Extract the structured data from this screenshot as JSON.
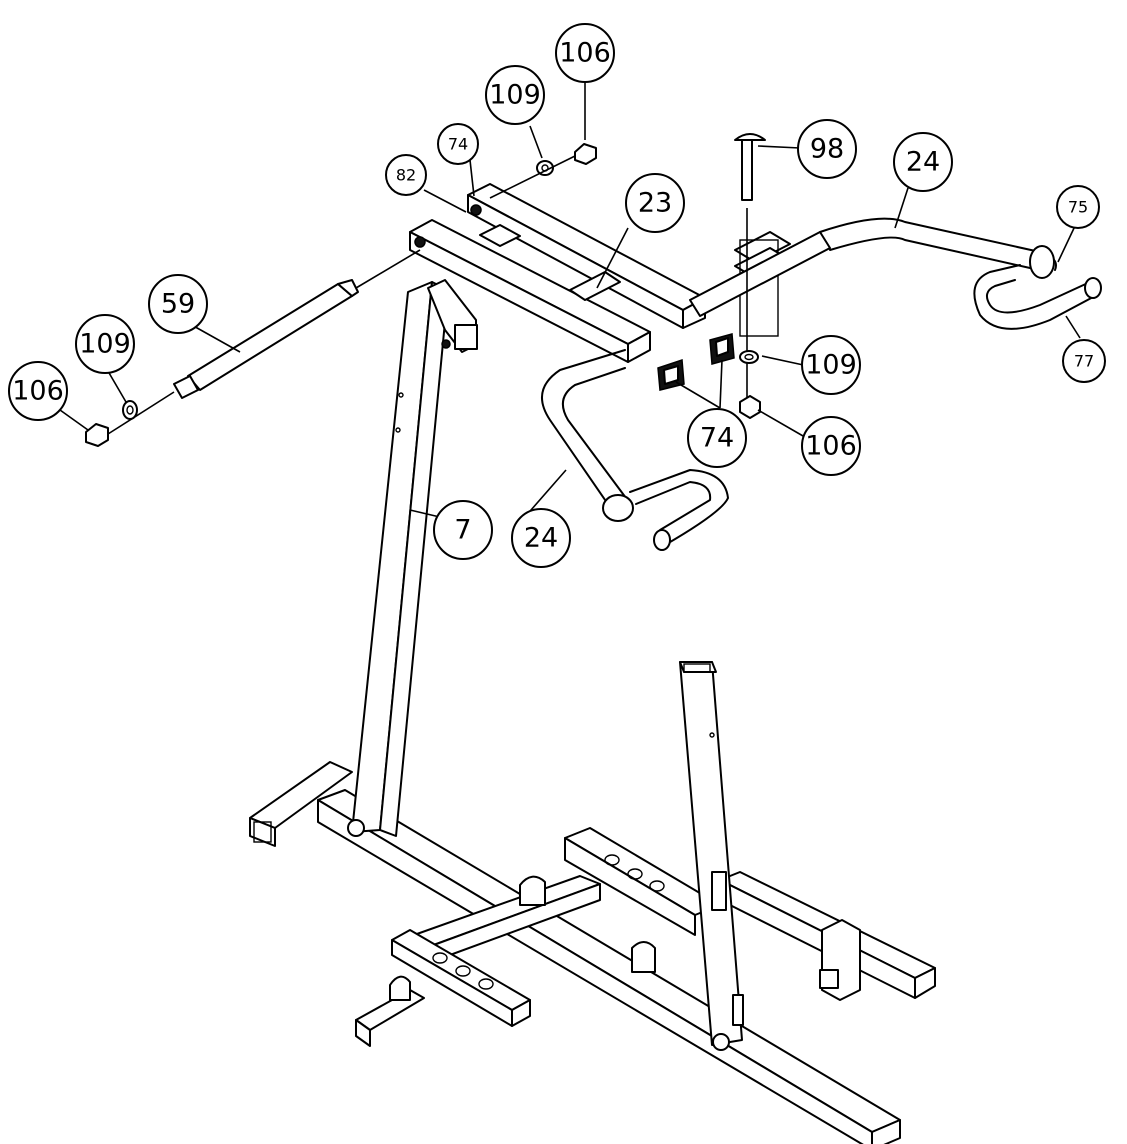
{
  "callouts": [
    {
      "id": "c106a",
      "text": "106"
    },
    {
      "id": "c109a",
      "text": "109"
    },
    {
      "id": "c74a",
      "text": "74"
    },
    {
      "id": "c82",
      "text": "82"
    },
    {
      "id": "c98",
      "text": "98"
    },
    {
      "id": "c24a",
      "text": "24"
    },
    {
      "id": "c75",
      "text": "75"
    },
    {
      "id": "c23",
      "text": "23"
    },
    {
      "id": "c59",
      "text": "59"
    },
    {
      "id": "c109b",
      "text": "109"
    },
    {
      "id": "c106b",
      "text": "106"
    },
    {
      "id": "c109c",
      "text": "109"
    },
    {
      "id": "c77",
      "text": "77"
    },
    {
      "id": "c74b",
      "text": "74"
    },
    {
      "id": "c106c",
      "text": "106"
    },
    {
      "id": "c7",
      "text": "7"
    },
    {
      "id": "c24b",
      "text": "24"
    }
  ]
}
